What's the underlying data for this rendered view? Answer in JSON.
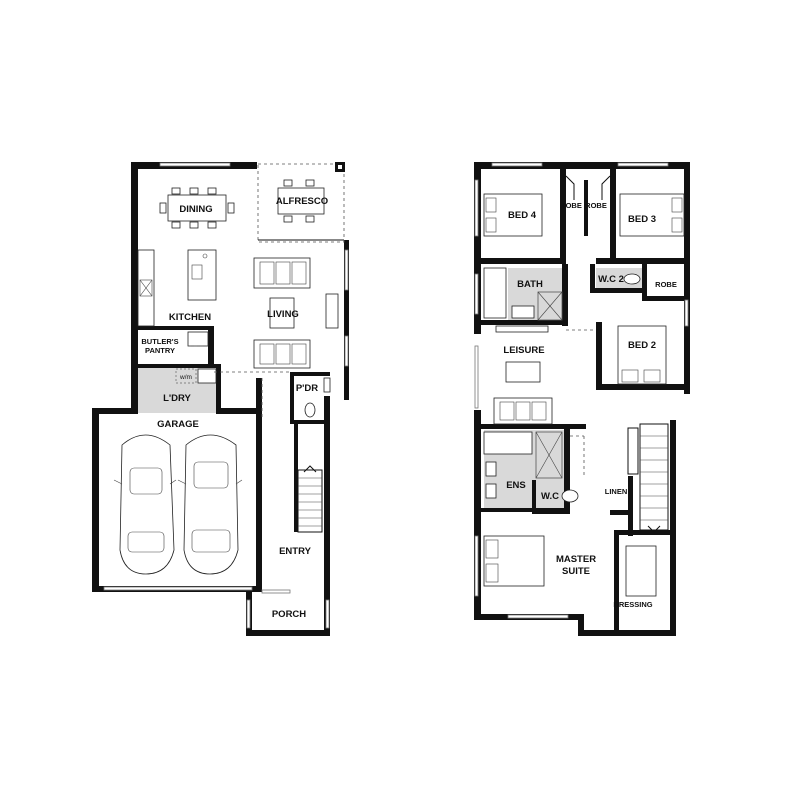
{
  "ground_floor": {
    "dining": "DINING",
    "alfresco": "ALFRESCO",
    "kitchen": "KITCHEN",
    "living": "LIVING",
    "butlers_pantry_line1": "BUTLER'S",
    "butlers_pantry_line2": "PANTRY",
    "wm": "w/m",
    "laundry": "L'DRY",
    "powder": "P'DR",
    "garage": "GARAGE",
    "entry": "ENTRY",
    "porch": "PORCH"
  },
  "first_floor": {
    "bed4": "BED 4",
    "robe_a": "ROBE",
    "robe_b": "ROBE",
    "bed3": "BED 3",
    "bath": "BATH",
    "wc2": "W.C 2",
    "robe_c": "ROBE",
    "leisure": "LEISURE",
    "bed2": "BED 2",
    "ens": "ENS",
    "wc": "W.C",
    "linen": "LINEN",
    "master_line1": "MASTER",
    "master_line2": "SUITE",
    "dressing": "DRESSING"
  },
  "colors": {
    "wall": "#111111",
    "wet_area": "#d9d9d9",
    "background": "#ffffff"
  }
}
